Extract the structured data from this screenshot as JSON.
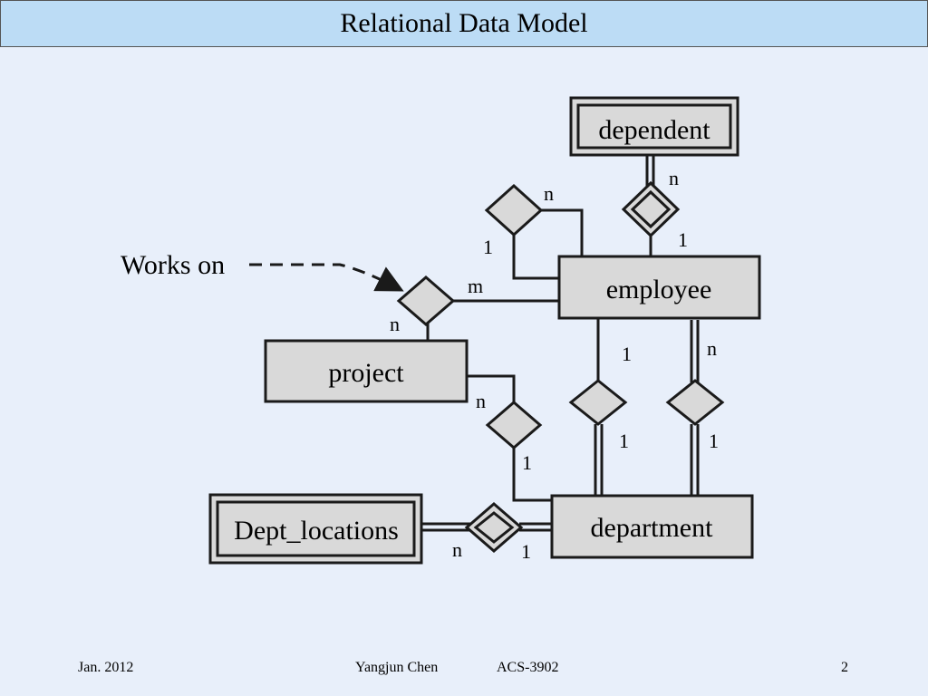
{
  "slide": {
    "title": "Relational Data Model",
    "footer": {
      "date": "Jan. 2012",
      "author": "Yangjun Chen",
      "course": "ACS-3902",
      "page": "2"
    }
  },
  "diagram": {
    "entities": {
      "dependent": "dependent",
      "employee": "employee",
      "project": "project",
      "department": "department",
      "dept_locations": "Dept_locations"
    },
    "annotation": "Works on",
    "cardinalities": {
      "dependent_n": "n",
      "dependent_emp_1": "1",
      "supervision_n": "n",
      "supervision_1": "1",
      "workson_m": "m",
      "workson_n": "n",
      "emp_dept_1_top": "1",
      "emp_dept_1_bottom": "1",
      "manages_n": "n",
      "manages_1": "1",
      "controls_n": "n",
      "controls_1": "1",
      "locations_n": "n",
      "locations_1": "1"
    }
  },
  "colors": {
    "background": "#e8effa",
    "title_bar": "#bcdcf5",
    "shape_fill": "#d9d9d9",
    "stroke": "#1a1a1a"
  }
}
